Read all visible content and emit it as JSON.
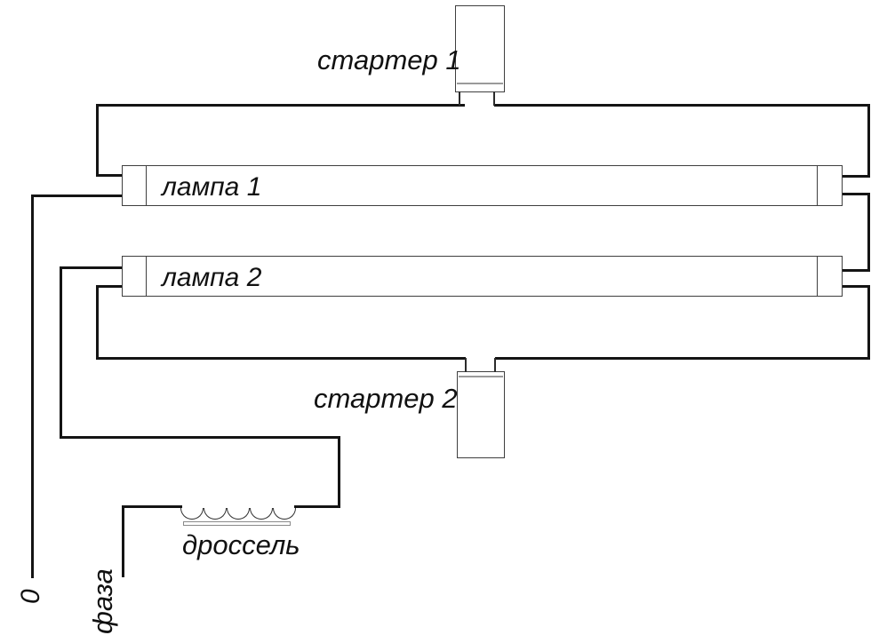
{
  "diagram": {
    "type": "fluorescent-lamp-wiring-diagram",
    "labels": {
      "starter1": "стартер 1",
      "starter2": "стартер 2",
      "lamp1": "лампа 1",
      "lamp2": "лампа 2",
      "choke": "дроссель",
      "neutral": "0",
      "phase": "фаза"
    },
    "colors": {
      "background": "#ffffff",
      "wire": "#141414",
      "component_outline": "#3f3f3f",
      "cap_line": "#9a9a9a"
    }
  }
}
